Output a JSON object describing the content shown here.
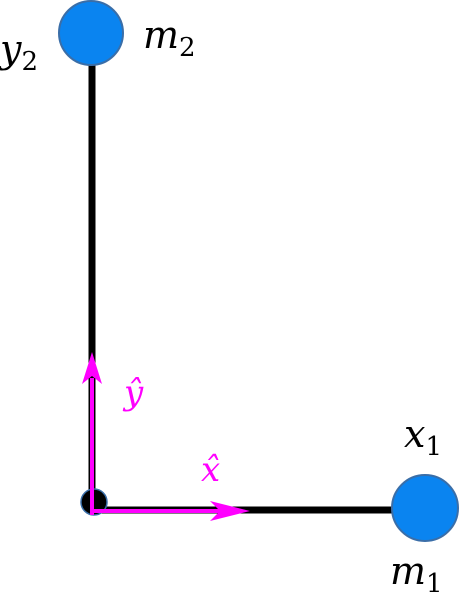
{
  "colors": {
    "rod": "#000000",
    "mass_fill": "#0a84f0",
    "mass_stroke": "#3a6ea8",
    "unit_vector": "#ff00ff",
    "pivot": "#000000"
  },
  "labels": {
    "m2": {
      "base": "m",
      "sub": "2"
    },
    "y2": {
      "base": "y",
      "sub": "2"
    },
    "m1": {
      "base": "m",
      "sub": "1"
    },
    "x1": {
      "base": "x",
      "sub": "1"
    },
    "y_hat": "ŷ",
    "x_hat": "x̂"
  }
}
